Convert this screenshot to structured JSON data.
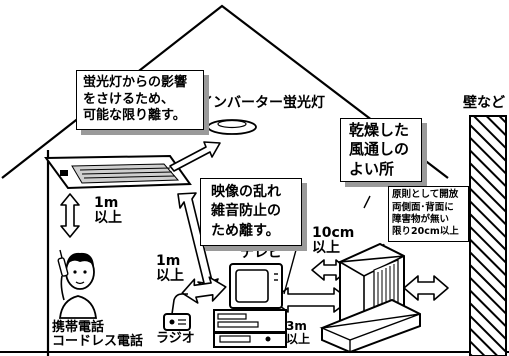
{
  "callouts": {
    "fluorescent_note": [
      "蛍光灯からの影響",
      "をさけるため、",
      "可能な限り離す。"
    ],
    "tv_noise_note": [
      "映像の乱れ",
      "雑音防止の",
      "ため離す。"
    ],
    "location_note": [
      "乾燥した",
      "風通しの",
      "よい所"
    ],
    "clearance_note": [
      "原則として開放",
      "両側面･背面に",
      "障害物が無い",
      "限り20cm以上"
    ]
  },
  "labels": {
    "inverter_light": "インバーター蛍光灯",
    "wall": "壁など",
    "tv": "テレビ",
    "radio": "ラジオ",
    "phone_line1": "携帯電話",
    "phone_line2": "コードレス電話"
  },
  "distances": {
    "ceiling_1m_value": "1m",
    "ceiling_1m_unit": "以上",
    "radio_1m_value": "1m",
    "radio_1m_unit": "以上",
    "side_10cm_value": "10cm",
    "side_10cm_unit": "以上",
    "tv_3m_value": "3m",
    "tv_3m_unit": "以上"
  },
  "colors": {
    "line": "#000000",
    "shadow": "#9a9a9a",
    "arrow_fill": "#ffffff"
  }
}
